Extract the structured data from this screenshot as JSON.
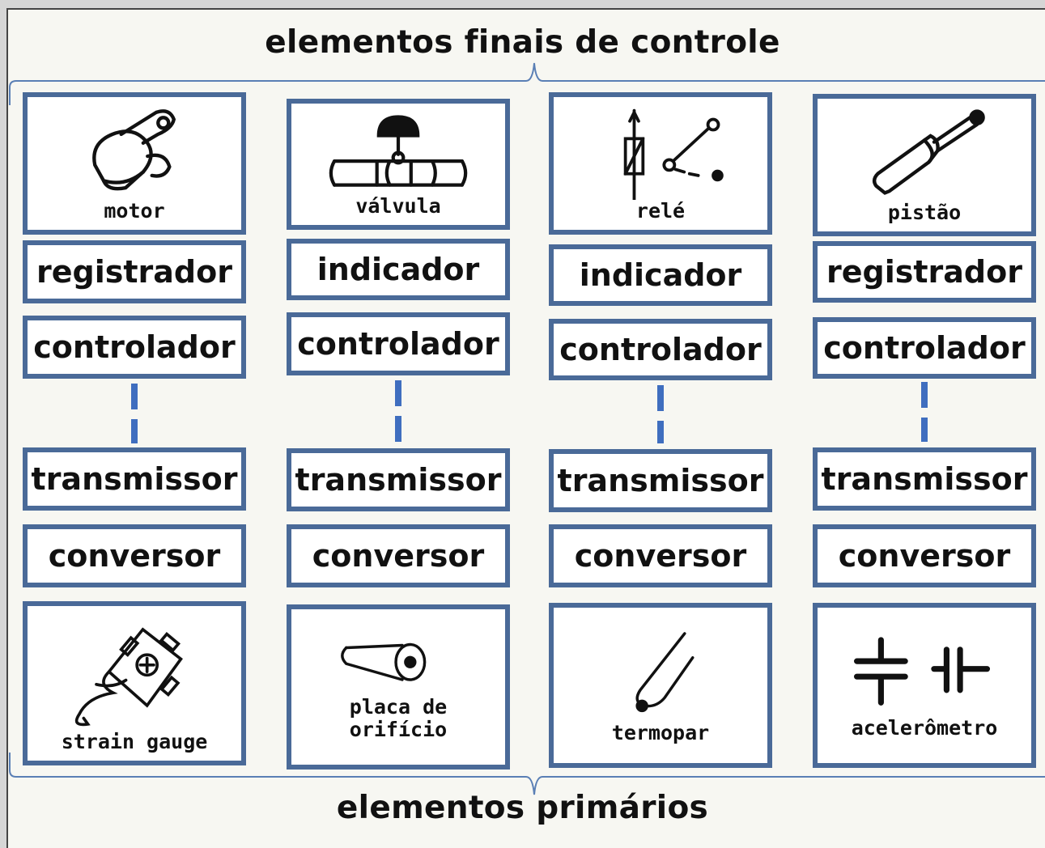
{
  "diagram": {
    "top_label": "elementos finais de controle",
    "bottom_label": "elementos primários",
    "columns": [
      {
        "final_element": {
          "caption": "motor",
          "icon": "motor-icon"
        },
        "device": "registrador",
        "controller": "controlador",
        "transmitter": "transmissor",
        "converter": "conversor",
        "primary_element": {
          "caption": "strain gauge",
          "icon": "strain-gauge-icon"
        }
      },
      {
        "final_element": {
          "caption": "válvula",
          "icon": "valve-icon"
        },
        "device": "indicador",
        "controller": "controlador",
        "transmitter": "transmissor",
        "converter": "conversor",
        "primary_element": {
          "caption": "placa de orifício",
          "icon": "orifice-plate-icon"
        }
      },
      {
        "final_element": {
          "caption": "relé",
          "icon": "relay-icon"
        },
        "device": "indicador",
        "controller": "controlador",
        "transmitter": "transmissor",
        "converter": "conversor",
        "primary_element": {
          "caption": "termopar",
          "icon": "thermocouple-icon"
        }
      },
      {
        "final_element": {
          "caption": "pistão",
          "icon": "piston-icon"
        },
        "device": "registrador",
        "controller": "controlador",
        "transmitter": "transmissor",
        "converter": "conversor",
        "primary_element": {
          "caption": "acelerômetro",
          "icon": "accelerometer-icon"
        }
      }
    ]
  },
  "colors": {
    "box_border": "#4a6a98",
    "dashed_link": "#3f6ebf",
    "background": "#f7f7f2"
  }
}
